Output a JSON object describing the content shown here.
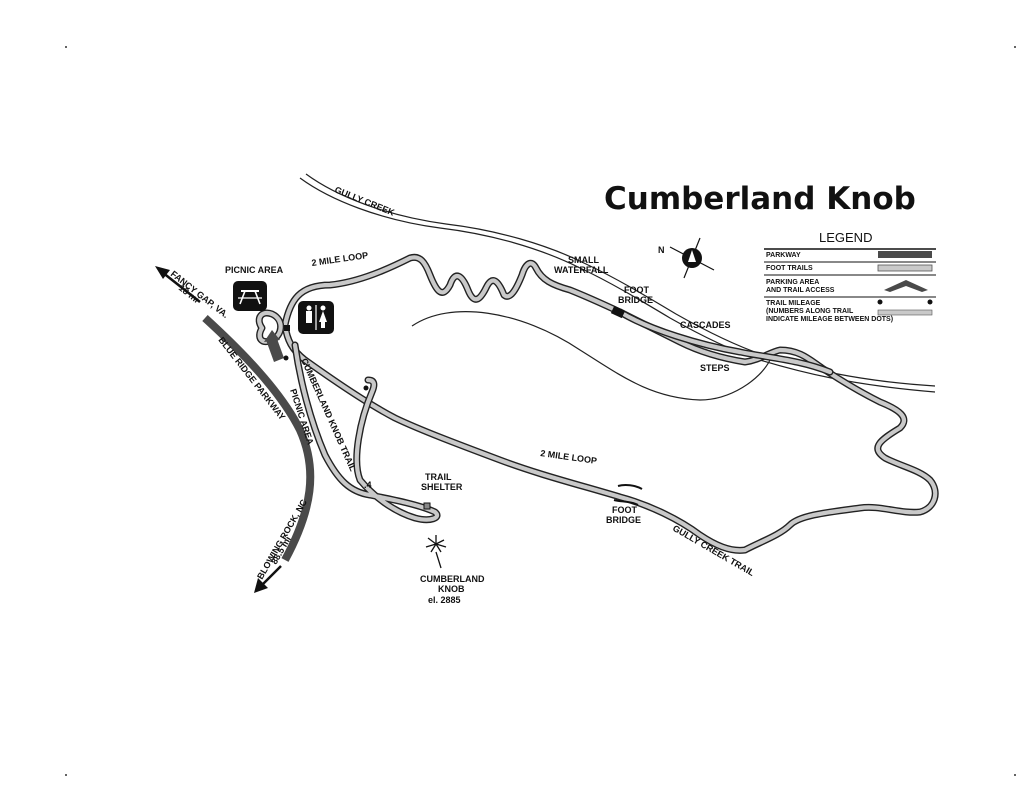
{
  "title": "Cumberland Knob",
  "legend": {
    "heading": "LEGEND",
    "parkway": "PARKWAY",
    "foot_trails": "FOOT TRAILS",
    "parking_line1": "PARKING AREA",
    "parking_line2": "AND TRAIL ACCESS",
    "mileage_line1": "TRAIL MILEAGE",
    "mileage_line2": "(NUMBERS ALONG TRAIL",
    "mileage_line3": "INDICATE MILEAGE BETWEEN DOTS)"
  },
  "compass": {
    "letter": "N"
  },
  "labels": {
    "gully_creek_top": "GULLY CREEK",
    "two_mile_loop_top": "2 MILE LOOP",
    "small_waterfall_1": "SMALL",
    "small_waterfall_2": "WATERFALL",
    "foot_bridge_top_1": "FOOT",
    "foot_bridge_top_2": "BRIDGE",
    "cascades": "CASCADES",
    "steps": "STEPS",
    "picnic_area_top": "PICNIC AREA",
    "fancy_gap_1": "FANCY GAP, VA.",
    "fancy_gap_2": "18 mi",
    "blue_ridge_parkway": "BLUE RIDGE PARKWAY",
    "blowing_rock_1": "BLOWING ROCK, NC",
    "blowing_rock_2": "88.5 mi",
    "cumberland_knob_trail": "CUMBERLAND KNOB TRAIL",
    "picnic_area_side": "PICNIC AREA",
    "trail_shelter_1": "TRAIL",
    "trail_shelter_2": "SHELTER",
    "two_mile_loop_mid": "2 MILE LOOP",
    "foot_bridge_bottom_1": "FOOT",
    "foot_bridge_bottom_2": "BRIDGE",
    "gully_creek_trail": "GULLY CREEK TRAIL",
    "knob_name_1": "CUMBERLAND",
    "knob_name_2": "KNOB",
    "knob_elevation": "el. 2885",
    "mileage_marker": ".4"
  },
  "colors": {
    "trail_fill": "#c9c9c9",
    "parkway": "#4a4a4a",
    "ink": "#111111"
  }
}
